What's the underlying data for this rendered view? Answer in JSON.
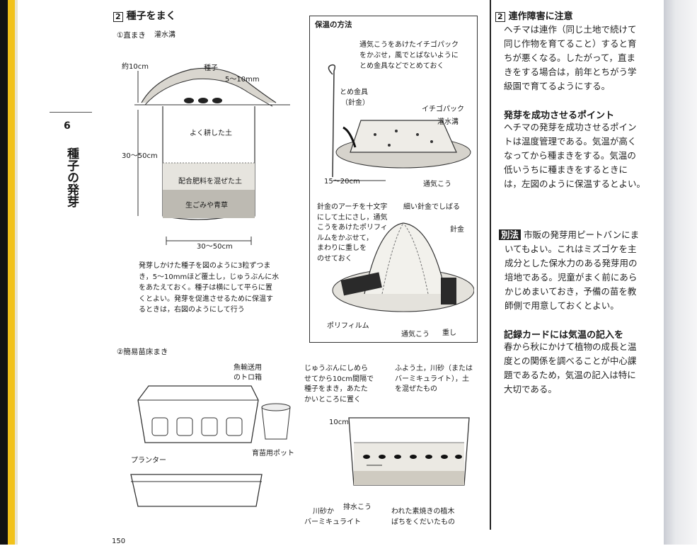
{
  "chapter": {
    "number": "6",
    "title": "種子の発芽"
  },
  "left": {
    "section_num": "2",
    "section_title": "種子をまく",
    "sub1": "①直まき",
    "labels": {
      "kansuikou": "灌水溝",
      "yaku10": "約10cm",
      "shushi": "種子",
      "5to10": "5〜10mm",
      "yoku": "よく耕した土",
      "depth": "30〜50cm",
      "haigou": "配合肥料を混ぜた土",
      "namagomi": "生ごみや青草",
      "width": "30〜50cm"
    },
    "caption": "発芽しかけた種子を図のように3粒ずつまき，5〜10mmほど覆土し，じゅうぶんに水をあたえておく。種子は横にして平らに置くとよい。発芽を促進させるために保温するときは，右図のようにして行う",
    "caption_lines": [
      "発芽しかけた種子を図のように3粒ずつま",
      "き，5〜10mmほど覆土し，じゅうぶんに水",
      "をあたえておく。種子は横にして平らに置",
      "くとよい。発芽を促進させるために保温す",
      "るときは，右図のようにして行う"
    ],
    "sub2": "②簡易苗床まき",
    "labels2": {
      "fish_box_l1": "魚輸送用",
      "fish_box_l2": "のトロ箱",
      "pot": "育苗用ポット",
      "planter": "プランター"
    }
  },
  "warm": {
    "title": "保温の方法",
    "note1_lines": [
      "通気こうをあけたイチゴパック",
      "をかぶせ，風でとばないように",
      "とめ金具などでとめておく"
    ],
    "tome": "とめ金具",
    "harigane": "（針金）",
    "ichigo": "イチゴパック",
    "kansui": "灌水溝",
    "d15": "15〜20cm",
    "tsuki": "通気こう",
    "note2_lines": [
      "針金のアーチを十文字",
      "にして土にさし，通気",
      "こうをあけたポリフィ",
      "ルムをかぶせて，",
      "まわりに重しを",
      "のせておく"
    ],
    "hosoi": "細い針金でしばる",
    "harigane2": "針金",
    "poly": "ポリフィルム",
    "tsuki2": "通気こう",
    "omoshi": "重し"
  },
  "tray": {
    "note_left_lines": [
      "じゅうぶんにしめら",
      "せてから10cm間隔で",
      "種子をまき，あたた",
      "かいところに置く"
    ],
    "note_right_lines": [
      "ふよう土，川砂（または",
      "バーミキュライト），土",
      "を混ぜたもの"
    ],
    "d10": "10cm",
    "haisui": "排水こう",
    "kawasuna_l1": "川砂か",
    "kawasuna_l2": "バーミキュライト",
    "wareta_l1": "われた素焼きの植木",
    "wareta_l2": "ばちをくだいたもの"
  },
  "right": {
    "section_num": "2",
    "section_title": "連作障害に注意",
    "p1_lines": [
      "ヘチマは連作（同じ土地で続けて",
      "同じ作物を育てること）すると育",
      "ちが悪くなる。したがって，直ま",
      "きをする場合は，前年とちがう学",
      "級園で育てるようにする。"
    ],
    "h2": "発芽を成功させるポイント",
    "p2_lines": [
      "ヘチマの発芽を成功させるポイン",
      "トは温度管理である。気温が高く",
      "なってから種まきをする。気温の",
      "低いうちに種まきをするときに",
      "は，左図のように保温するとよい。"
    ],
    "betsuhou_tag": "別法",
    "p3_first": "市販の発芽用ピートバンにま",
    "p3_lines": [
      "いてもよい。これはミズゴケを主",
      "成分とした保水力のある発芽用の",
      "培地である。児童がまく前にあら",
      "かじめまいておき，予備の苗を教",
      "師側で用意しておくとよい。"
    ],
    "h3": "記録カードには気温の記入を",
    "p4_lines": [
      "春から秋にかけて植物の成長と温",
      "度との関係を調べることが中心課",
      "題であるため，気温の記入は特に",
      "大切である。"
    ]
  },
  "page_number": "150"
}
